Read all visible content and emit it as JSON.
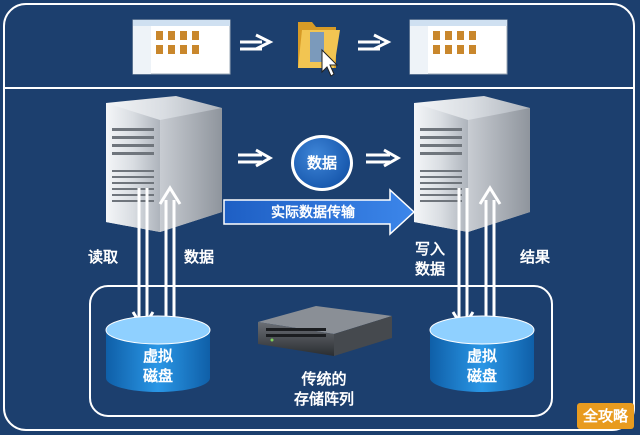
{
  "flow_top": {
    "source_window": "file-window",
    "folder": "folder-icon",
    "target_window": "file-window"
  },
  "transfer": {
    "bubble_label": "数据",
    "arrow_label": "实际数据传输"
  },
  "left_server": {
    "read_label": "读取",
    "data_label": "数据"
  },
  "right_server": {
    "write_label_line1": "写入",
    "write_label_line2": "数据",
    "result_label": "结果"
  },
  "left_disk": {
    "line1": "虚拟",
    "line2": "磁盘"
  },
  "right_disk": {
    "line1": "虚拟",
    "line2": "磁盘"
  },
  "storage": {
    "line1": "传统的",
    "line2": "存储阵列"
  },
  "watermark": "全攻略",
  "colors": {
    "background": "#1c3f6e",
    "arrow": "#ffffff",
    "accent_arrow": "#2a6fd6",
    "disk": "#1d86d6",
    "watermark": "#e89b1f"
  }
}
